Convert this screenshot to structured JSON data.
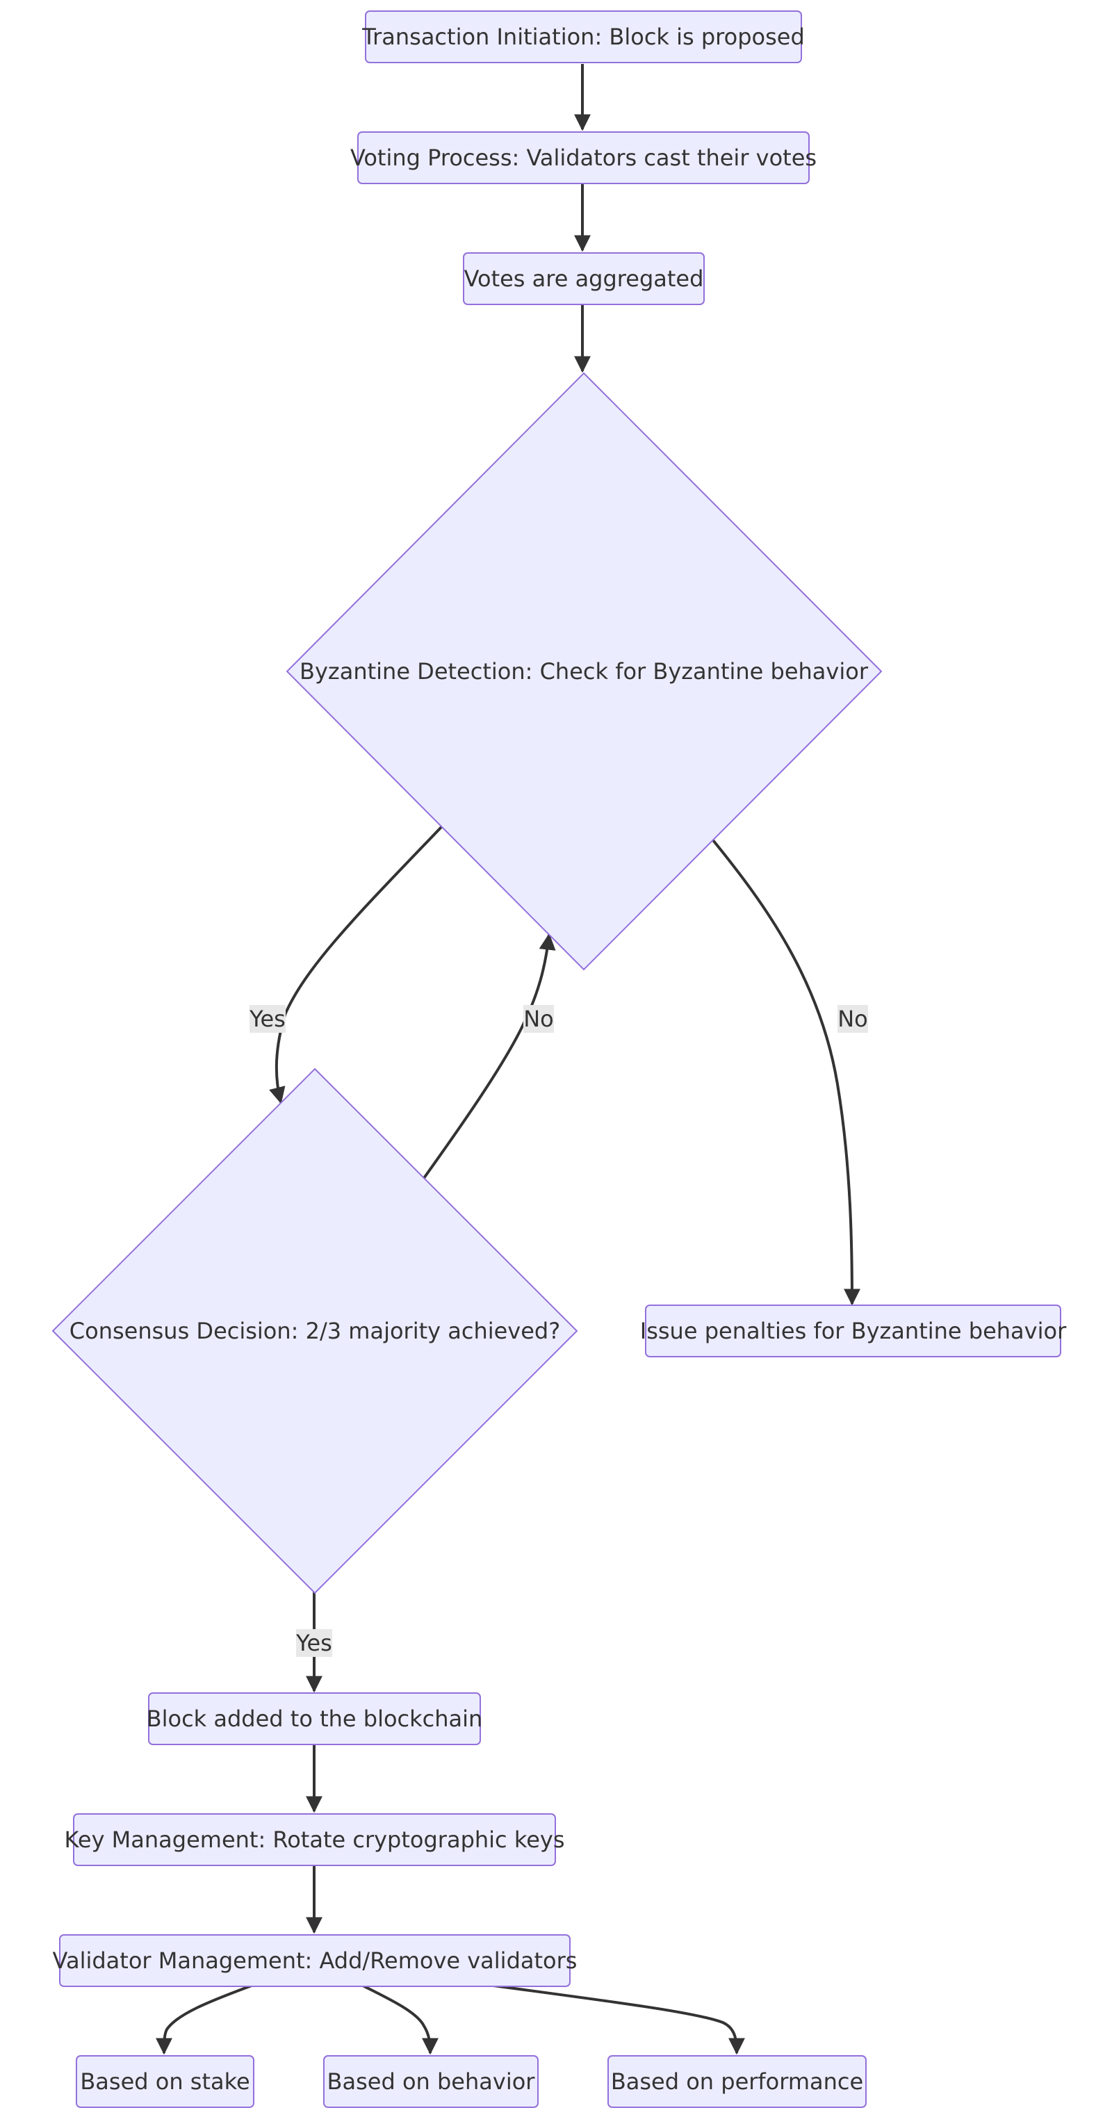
{
  "nodes": {
    "transaction_initiation": "Transaction Initiation: Block is proposed",
    "voting_process": "Voting Process: Validators cast their votes",
    "votes_aggregated": "Votes are aggregated",
    "byzantine_detection": "Byzantine Detection: Check for Byzantine behavior",
    "consensus_decision": "Consensus Decision: 2/3 majority achieved?",
    "issue_penalties": "Issue penalties for Byzantine behavior",
    "block_added": "Block added to the blockchain",
    "key_management": "Key Management: Rotate cryptographic keys",
    "validator_management": "Validator Management: Add/Remove validators",
    "based_on_stake": "Based on stake",
    "based_on_behavior": "Based on behavior",
    "based_on_performance": "Based on performance"
  },
  "edge_labels": {
    "detection_to_consensus": "Yes",
    "consensus_to_detection": "No",
    "detection_to_penalties": "No",
    "consensus_to_block": "Yes"
  },
  "colors": {
    "node_fill": "#ececff",
    "node_stroke": "#9370db",
    "edge": "#333333",
    "text": "#333333",
    "label_bg": "#e8e8e8"
  }
}
